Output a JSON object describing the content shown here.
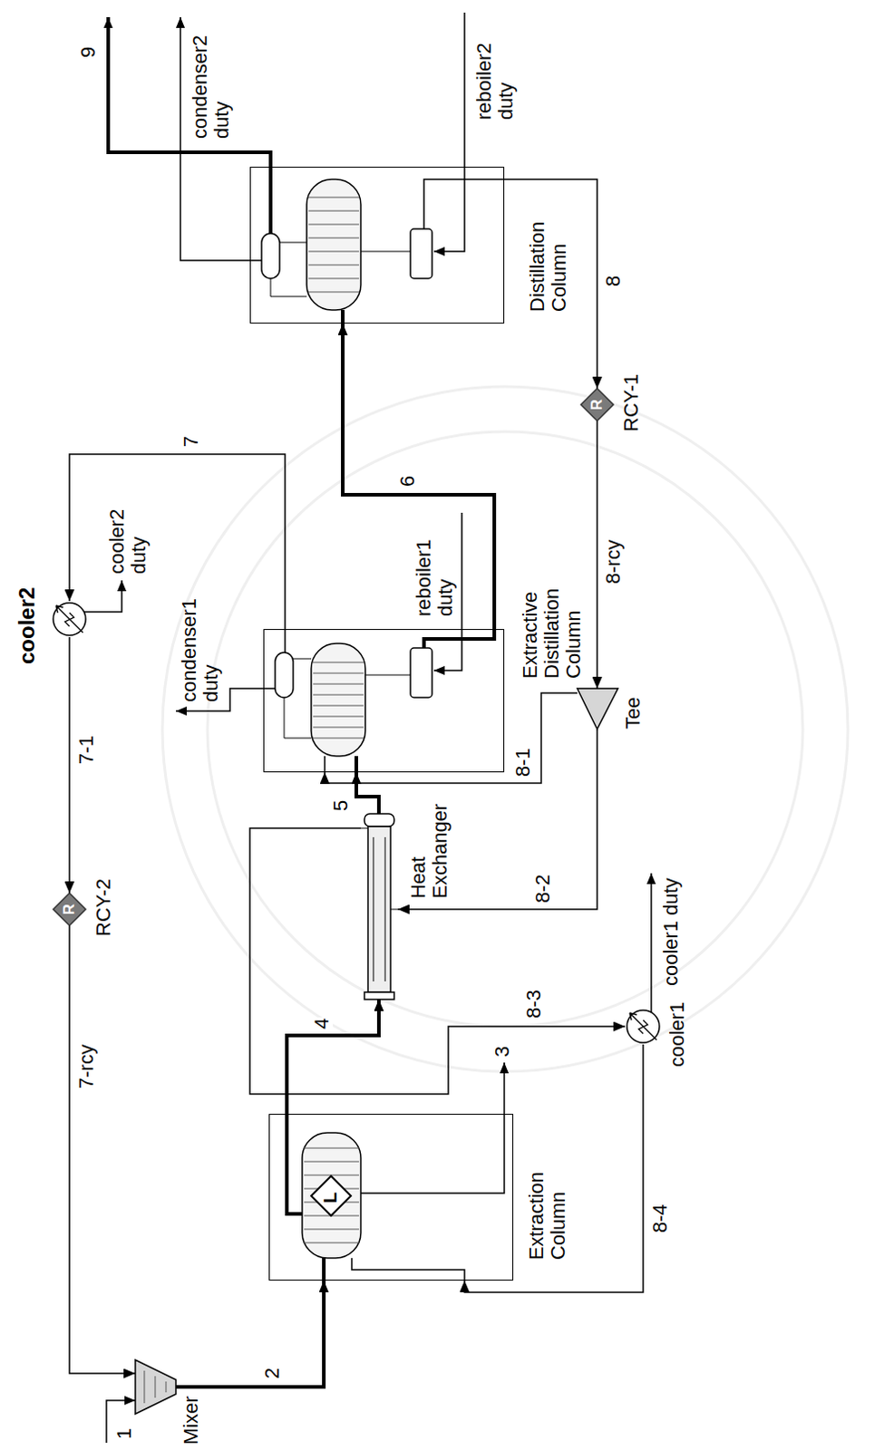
{
  "diagram": {
    "nodes": [
      {
        "text": [
          "Mixer"
        ]
      },
      {
        "text": [
          "Extraction Column"
        ]
      },
      {
        "text": [
          "Heat Exchanger"
        ]
      },
      {
        "text": [
          "Extractive Distillation Column"
        ]
      },
      {
        "text": [
          "Distillation Column"
        ]
      },
      {
        "text": [
          "Tee"
        ]
      },
      {
        "text": [
          "cooler1"
        ]
      },
      {
        "text": [
          "cooler2"
        ]
      },
      {
        "text": [
          "R",
          "RCY-1"
        ]
      },
      {
        "text": [
          "R",
          "RCY-2"
        ]
      }
    ],
    "edges": [
      {
        "from": 0,
        "to": 1,
        "label": "2",
        "arrow": "to"
      },
      {
        "from": 1,
        "to": 2,
        "label": "4",
        "arrow": "to"
      },
      {
        "from": 2,
        "to": 3,
        "label": "5",
        "arrow": "to"
      },
      {
        "from": 3,
        "to": 4,
        "label": "6",
        "arrow": "to"
      },
      {
        "from": 4,
        "to": 8,
        "label": "8",
        "arrow": "to"
      },
      {
        "from": 8,
        "to": 5,
        "label": "8-rcy",
        "arrow": "to"
      },
      {
        "from": 5,
        "to": 3,
        "label": "8-1",
        "arrow": "to"
      },
      {
        "from": 5,
        "to": 2,
        "label": "8-2",
        "arrow": "to"
      },
      {
        "from": 2,
        "to": 6,
        "label": "8-3",
        "arrow": "to"
      },
      {
        "from": 6,
        "to": 1,
        "label": "8-4",
        "arrow": "to"
      },
      {
        "from": 3,
        "to": 7,
        "label": "7",
        "arrow": "to"
      },
      {
        "from": 7,
        "to": 9,
        "label": "7-1",
        "arrow": "to"
      },
      {
        "from": 9,
        "to": 0,
        "label": "7-rcy",
        "arrow": "to"
      }
    ],
    "labels": [
      "1",
      "3",
      "9",
      "condenser1 duty",
      "reboiler1 duty",
      "condenser2 duty",
      "reboiler2 duty",
      "cooler1 duty",
      "cooler2 duty",
      "L"
    ]
  }
}
